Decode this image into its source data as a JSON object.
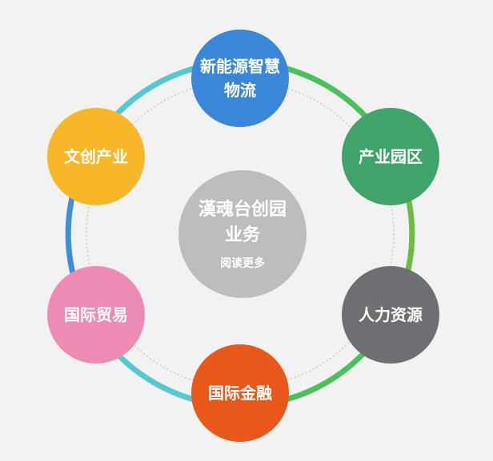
{
  "colors": {
    "background": "#f2f2f2",
    "center": "#bdbdbd",
    "ring_green": "#4cc05c",
    "ring_teal": "#54c9d2",
    "ring_blue": "#3d8fd6",
    "inner_dotted": "#9fd6a6",
    "node_energy_logistics": "#3a86d8",
    "node_industrial_park": "#3fa36a",
    "node_hr": "#6e6f72",
    "node_finance": "#e8581a",
    "node_trade": "#ee8bb4",
    "node_culture": "#f8b728"
  },
  "center": {
    "title": "漢魂台创园业务",
    "link": "阅读更多"
  },
  "nodes": {
    "top": {
      "label": "新能源智慧物流",
      "icon": "none"
    },
    "upper_right": {
      "label": "产业园区"
    },
    "lower_right": {
      "label": "人力资源"
    },
    "bottom": {
      "label": "国际金融"
    },
    "lower_left": {
      "label": "国际贸易"
    },
    "upper_left": {
      "label": "文创产业"
    }
  }
}
